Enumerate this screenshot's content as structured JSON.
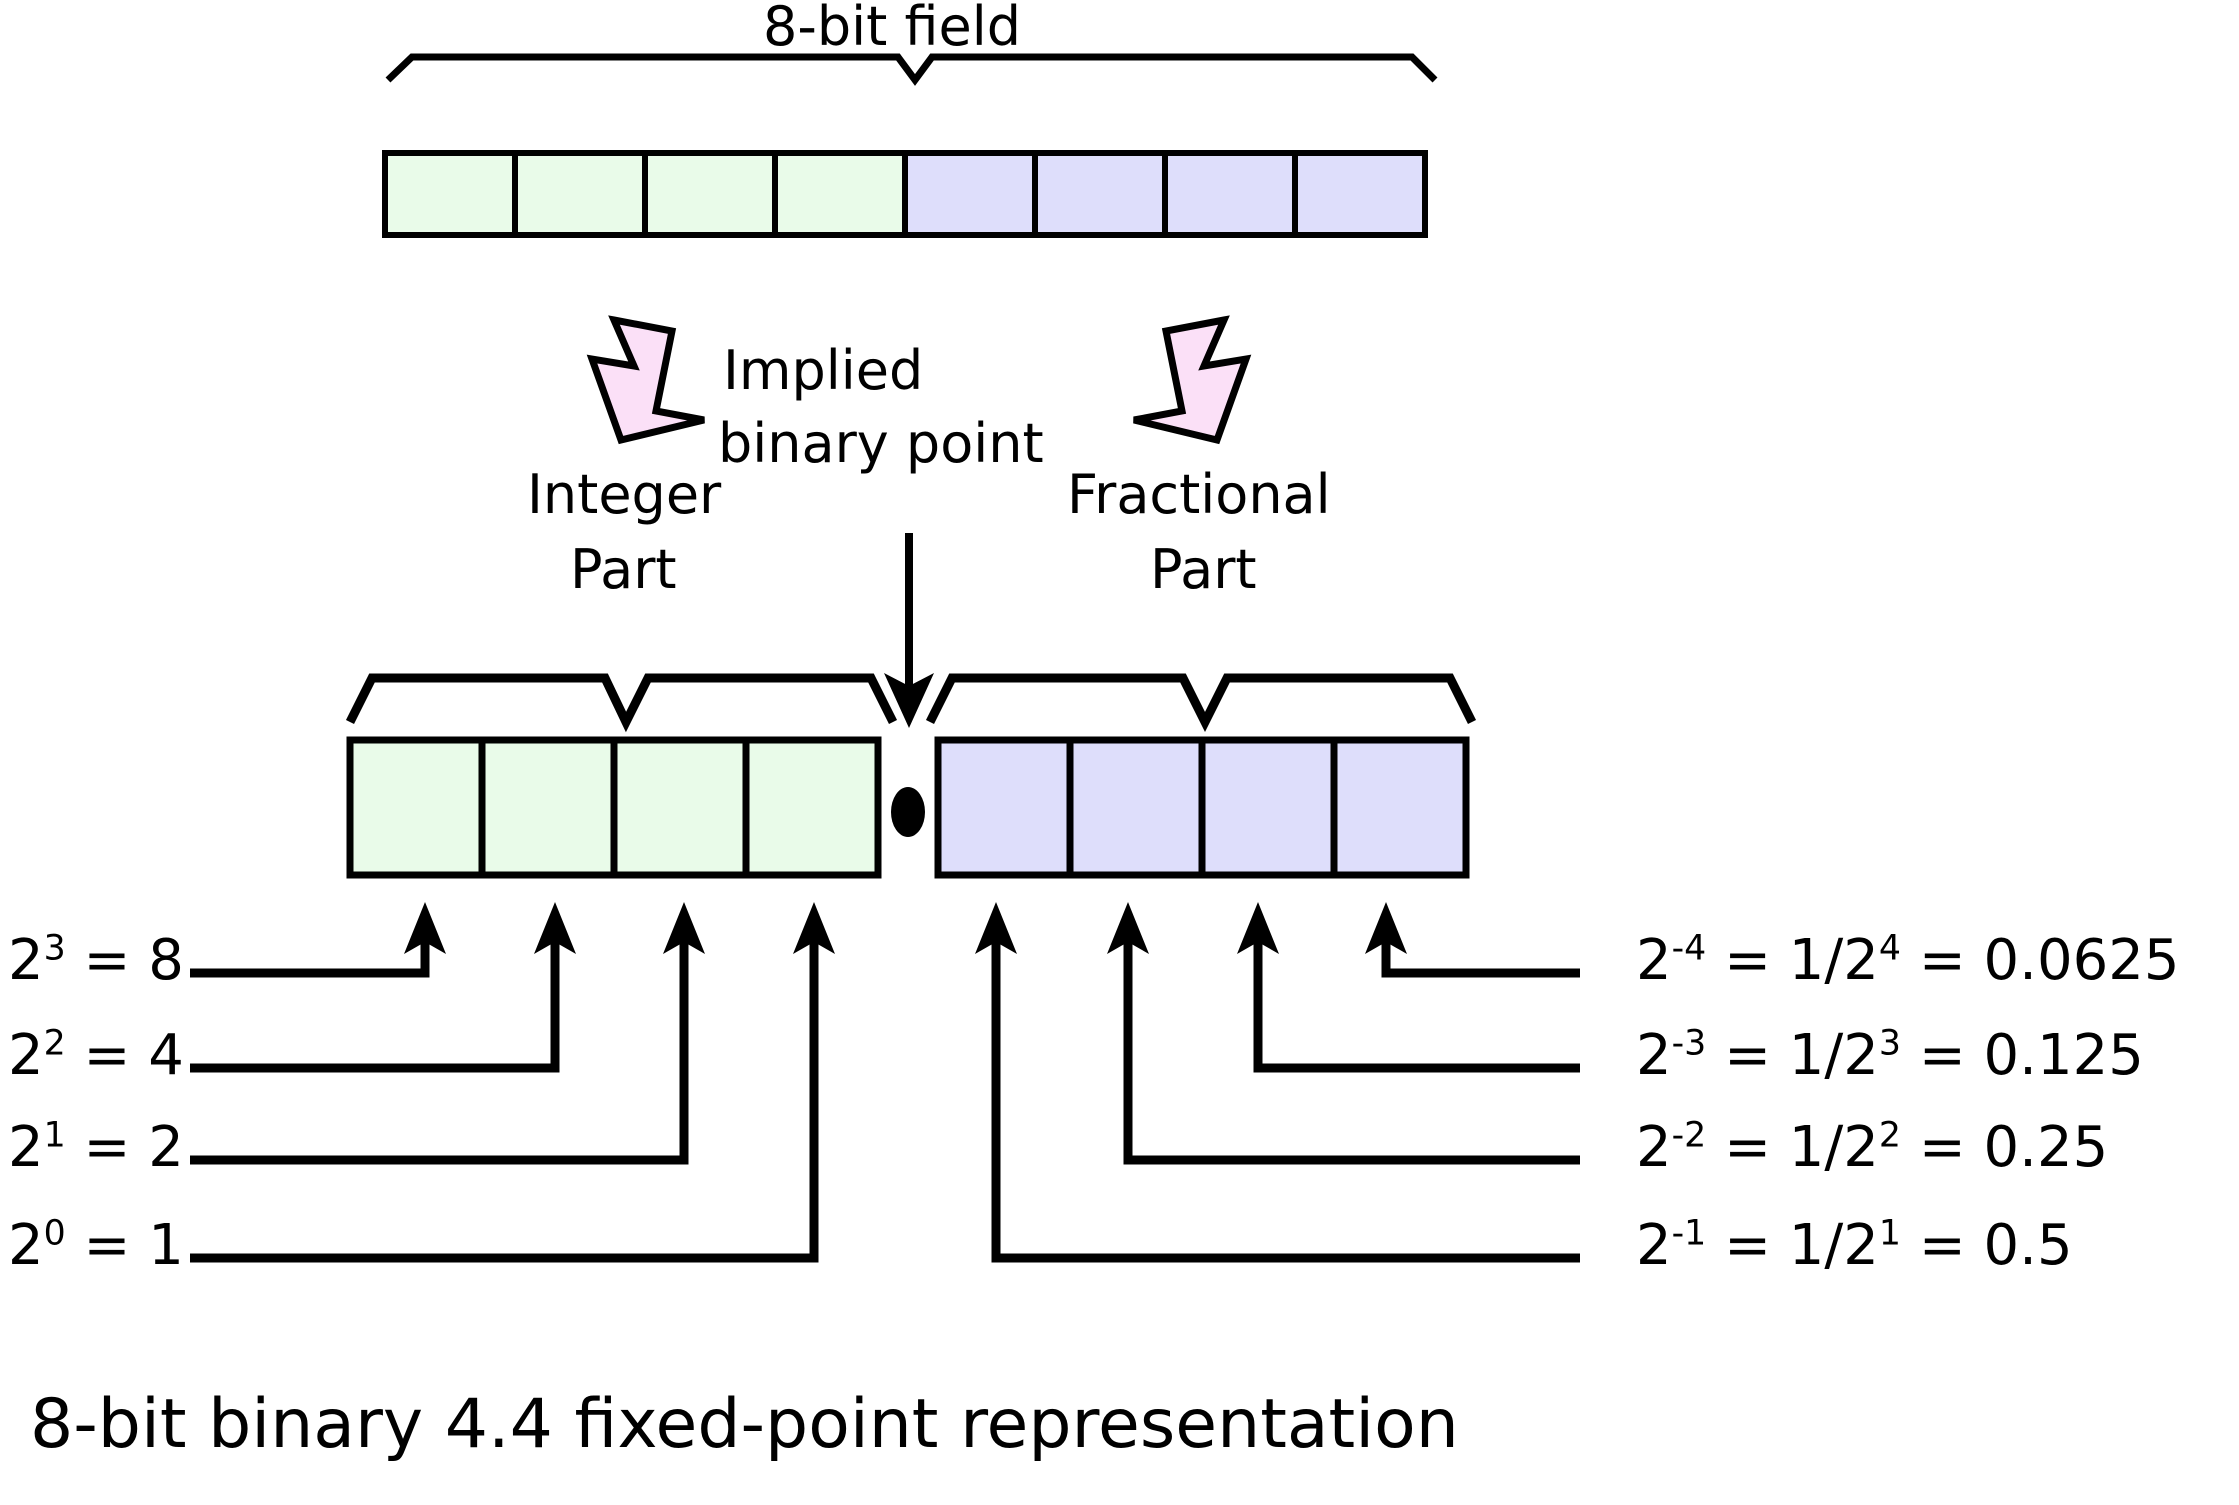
{
  "diagram": {
    "caption": "8-bit binary 4.4 fixed-point representation",
    "top_brace_label": "8-bit field",
    "implied_label_line1": "Implied",
    "implied_label_line2": "binary point",
    "integer_label_line1": "Integer",
    "integer_label_line2": "Part",
    "fractional_label_line1": "Fractional",
    "fractional_label_line2": "Part",
    "binary_point_glyph": "binary-point-dot"
  },
  "colors": {
    "integer_cell_fill": "#e9fbe9",
    "fractional_cell_fill": "#dedefb",
    "arrow_fill": "#fbe0f7",
    "stroke": "#000000",
    "background": "#ffffff"
  },
  "top_field": {
    "bit_count": 8,
    "integer_bits": 4,
    "fractional_bits": 4,
    "cells": [
      {
        "index": 0,
        "group": "integer"
      },
      {
        "index": 1,
        "group": "integer"
      },
      {
        "index": 2,
        "group": "integer"
      },
      {
        "index": 3,
        "group": "integer"
      },
      {
        "index": 4,
        "group": "fractional"
      },
      {
        "index": 5,
        "group": "fractional"
      },
      {
        "index": 6,
        "group": "fractional"
      },
      {
        "index": 7,
        "group": "fractional"
      }
    ]
  },
  "split_field": {
    "integer_cells": [
      {
        "index": 0
      },
      {
        "index": 1
      },
      {
        "index": 2
      },
      {
        "index": 3
      }
    ],
    "fractional_cells": [
      {
        "index": 0
      },
      {
        "index": 1
      },
      {
        "index": 2
      },
      {
        "index": 3
      }
    ]
  },
  "integer_weights": [
    {
      "exponent": "3",
      "base": "2",
      "equals": " = 8",
      "value": 8,
      "text": "2³ = 8"
    },
    {
      "exponent": "2",
      "base": "2",
      "equals": " = 4",
      "value": 4,
      "text": "2² = 4"
    },
    {
      "exponent": "1",
      "base": "2",
      "equals": " = 2",
      "value": 2,
      "text": "2¹ = 2"
    },
    {
      "exponent": "0",
      "base": "2",
      "equals": " = 1",
      "value": 1,
      "text": "2⁰ = 1"
    }
  ],
  "fractional_weights": [
    {
      "exponent": "-4",
      "frac_exponent": "4",
      "value": 0.0625,
      "text": "2⁻⁴ = 1/2⁴ = 0.0625"
    },
    {
      "exponent": "-3",
      "frac_exponent": "3",
      "value": 0.125,
      "text": "2⁻³ = 1/2³ = 0.125"
    },
    {
      "exponent": "-2",
      "frac_exponent": "2",
      "value": 0.25,
      "text": "2⁻² = 1/2² = 0.25"
    },
    {
      "exponent": "-1",
      "frac_exponent": "1",
      "value": 0.5,
      "text": "2⁻¹ = 1/2¹ = 0.5"
    }
  ]
}
